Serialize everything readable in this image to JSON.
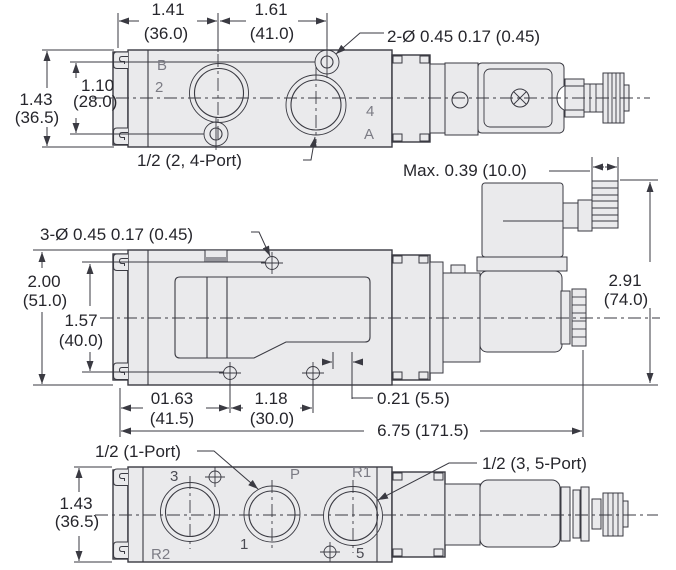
{
  "title": "Solenoid valve dimensional drawing",
  "views": {
    "top": {
      "dim_w1": "1.41",
      "dim_w1_mm": "(36.0)",
      "dim_w2": "1.61",
      "dim_w2_mm": "(41.0)",
      "dim_h1": "1.10",
      "dim_h1_mm": "(28.0)",
      "dim_h2": "1.43",
      "dim_h2_mm": "(36.5)",
      "hole_note": "2-Ø  0.45 0.17 (0.45)",
      "port_note": "1/2 (2, 4-Port)",
      "label_b": "B",
      "label_2": "2",
      "label_4": "4",
      "label_a": "A"
    },
    "side": {
      "hole_note": "3-Ø  0.45 0.17 (0.45)",
      "max_note": "Max. 0.39 (10.0)",
      "dim_h": "2.00",
      "dim_h_mm": "(51.0)",
      "dim_h2": "1.57",
      "dim_h2_mm": "(40.0)",
      "dim_coil": "2.91",
      "dim_coil_mm": "(74.0)",
      "dim_l1": "01.63",
      "dim_l1_mm": "(41.5)",
      "dim_l2": "1.18",
      "dim_l2_mm": "(30.0)",
      "dim_l3": "0.21 (5.5)",
      "dim_total": "6.75 (171.5)"
    },
    "bottom": {
      "port1_note": "1/2 (1-Port)",
      "port35_note": "1/2 (3, 5-Port)",
      "dim_h": "1.43",
      "dim_h_mm": "(36.5)",
      "label_3": "3",
      "label_p": "P",
      "label_r1": "R1",
      "label_r2": "R2",
      "label_1": "1",
      "label_5": "5"
    }
  },
  "colors": {
    "line": "#3a3a42",
    "fill": "#eaeaec",
    "label_gray": "#7b7b84",
    "text": "#26262c"
  }
}
